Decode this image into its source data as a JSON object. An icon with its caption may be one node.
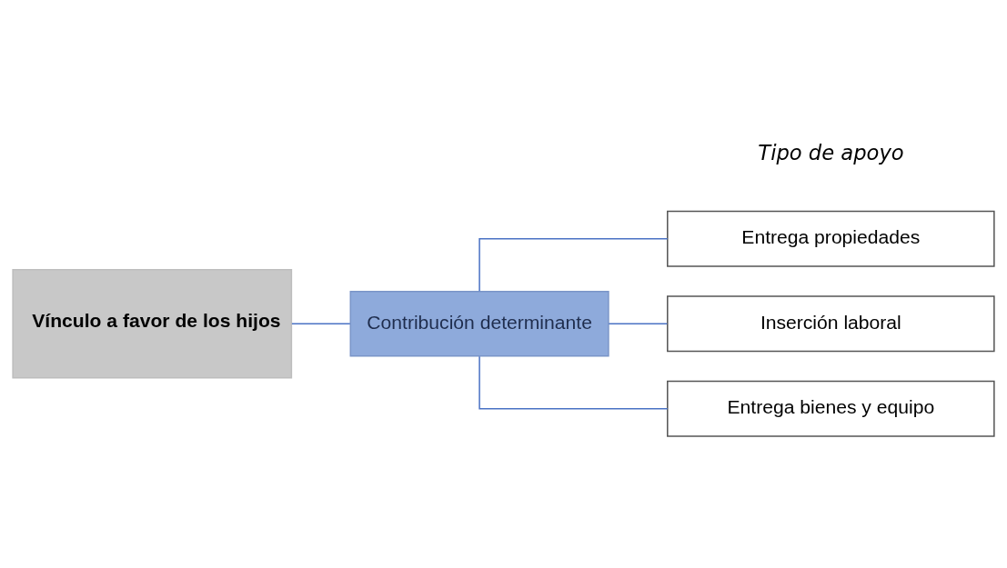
{
  "diagram": {
    "nodes": [
      {
        "text": [
          "Vínculo a favor de los hijos"
        ]
      },
      {
        "text": [
          "Contribución determinante"
        ]
      },
      {
        "text": [
          "Entrega propiedades"
        ]
      },
      {
        "text": [
          "Inserción laboral"
        ]
      },
      {
        "text": [
          "Entrega bienes y equipo"
        ]
      }
    ],
    "edges": [
      {
        "from": 0,
        "to": 1,
        "arrow": "none"
      },
      {
        "from": 1,
        "to": 2,
        "arrow": "none"
      },
      {
        "from": 1,
        "to": 3,
        "arrow": "none"
      },
      {
        "from": 1,
        "to": 4,
        "arrow": "none"
      }
    ],
    "labels": [
      "Tipo de apoyo"
    ]
  }
}
